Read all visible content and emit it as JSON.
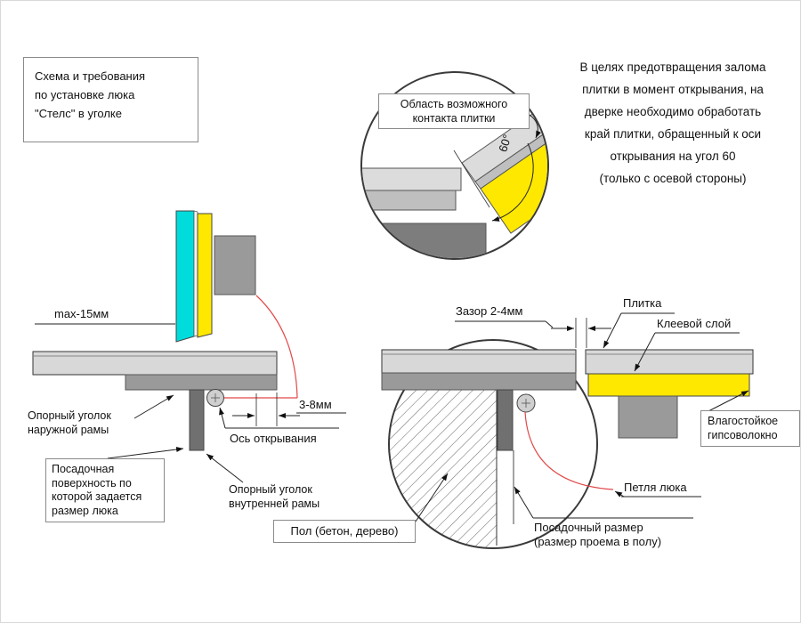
{
  "title_box": {
    "lines": [
      "Схема и требования",
      "по установке люка",
      "\"Стелс\" в уголке"
    ]
  },
  "note": {
    "lines": [
      "В целях предотвращения залома",
      "плитки в момент открывания, на",
      "дверке необходимо обработать",
      "край плитки, обращенный к оси",
      "открывания на угол 60",
      "(только с осевой стороны)"
    ]
  },
  "detail": {
    "label_lines": [
      "Область возможного",
      "контакта плитки"
    ],
    "angle": "60°"
  },
  "left": {
    "dim_max": "max-15мм",
    "dim_gap": "3-8мм",
    "outer_angle": [
      "Опорный уголок",
      "наружной рамы"
    ],
    "axis": "Ось открывания",
    "seating": [
      "Посадочная",
      "поверхность по",
      "которой задается",
      "размер люка"
    ],
    "inner_angle": [
      "Опорный уголок",
      "внутренней рамы"
    ]
  },
  "right": {
    "dim_gap": "Зазор 2-4мм",
    "tile": "Плитка",
    "glue": "Клеевой слой",
    "gvl": [
      "Влагостойкое",
      "гипсоволокно"
    ],
    "hinge": "Петля люка",
    "floor": "Пол (бетон, дерево)",
    "seat": [
      "Посадочный размер",
      "(размер проема в полу)"
    ]
  },
  "colors": {
    "tile_cyan": "#00dcdc",
    "gypsum_yellow": "#ffe800",
    "swing_red": "#e04848",
    "slab_gray": "#d8d8d8",
    "frame_gray": "#9a9a9a",
    "bar_gray": "#707070"
  }
}
